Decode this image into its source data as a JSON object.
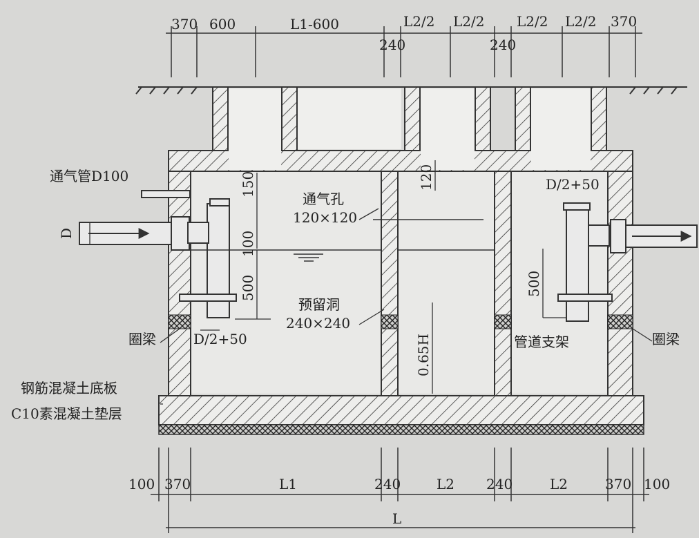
{
  "top_dims": {
    "d1": "370",
    "d2": "600",
    "d3": "L1-600",
    "d4": "L2/2",
    "d5": "L2/2",
    "d6": "L2/2",
    "d7": "L2/2",
    "d8": "370",
    "w1": "240",
    "w2": "240"
  },
  "bottom_dims": {
    "b1": "100",
    "b2": "370",
    "b3": "L1",
    "b4": "240",
    "b5": "L2",
    "b6": "240",
    "b7": "L2",
    "b8": "370",
    "b9": "100",
    "total": "L"
  },
  "labels": {
    "vent_pipe": "通气管D100",
    "vent_hole": "通气孔",
    "vent_hole_size": "120×120",
    "reserved_hole": "预留洞",
    "reserved_hole_size": "240×240",
    "ring_beam_left": "圈梁",
    "ring_beam_right": "圈梁",
    "pipe_support": "管道支架",
    "rc_floor": "钢筋混凝土底板",
    "c10_cushion": "C10素混凝土垫层",
    "pipe_d": "D",
    "d2_50_left": "D/2+50",
    "d2_50_right": "D/2+50",
    "h_150": "150",
    "h_100": "100",
    "h_500_left": "500",
    "h_500_right": "500",
    "h_120": "120",
    "h_065": "0.65H"
  }
}
